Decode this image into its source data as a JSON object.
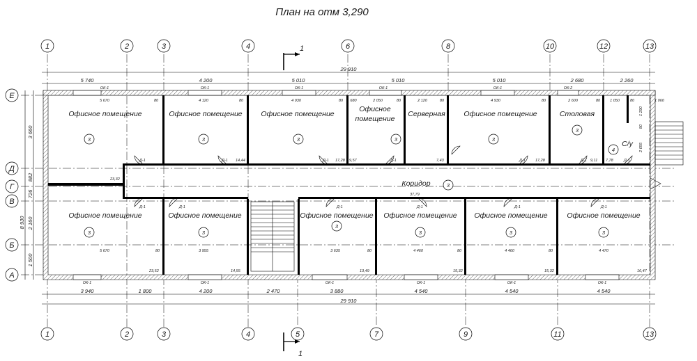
{
  "title": "План на отм 3,290",
  "section_mark": "1",
  "axes_top": [
    "1",
    "2",
    "3",
    "4",
    "6",
    "8",
    "10",
    "12",
    "13"
  ],
  "axes_bottom": [
    "1",
    "2",
    "3",
    "4",
    "5",
    "7",
    "9",
    "11",
    "13"
  ],
  "axes_left": [
    "Е",
    "Д",
    "Г",
    "В",
    "Б",
    "А"
  ],
  "dims_top_overall": "29 910",
  "dims_top": [
    "5 740",
    "4 200",
    "5 010",
    "5 010",
    "5 010",
    "2 680",
    "2 260"
  ],
  "dims_bottom": [
    "3 940",
    "1 800",
    "4 200",
    "2 470",
    "3 880",
    "4 540",
    "4 540",
    "4 540"
  ],
  "dims_bottom_overall": "29 910",
  "dims_left": [
    "3 660",
    "882",
    "726",
    "2 160",
    "1 500"
  ],
  "dims_left_overall": "8 930",
  "window_marks_top": [
    "ОК-1",
    "ОК-1",
    "ОК-1",
    "ОК-1",
    "ОК-1",
    "ОК-2"
  ],
  "window_marks_bottom": [
    "ОК-1",
    "ОК-1",
    "ОК-1",
    "ОК-1",
    "ОК-1",
    "ОК-1"
  ],
  "top_room_widths": [
    "5 670",
    "80",
    "4 120",
    "80",
    "4 930",
    "80",
    "680",
    "2 050",
    "80",
    "2 120",
    "80",
    "4 930",
    "80",
    "2 600",
    "80",
    "1 050",
    "80",
    "1 060"
  ],
  "bottom_room_widths": [
    "5 670",
    "80",
    "3 955",
    "3 635",
    "80",
    "4 460",
    "80",
    "4 460",
    "80",
    "4 470"
  ],
  "areas": [
    "23,32",
    "14,44",
    "17,28",
    "9,57",
    "7,43",
    "17,28",
    "9,11",
    "7,78",
    "37,79",
    "23,52",
    "14,55",
    "13,49",
    "15,32",
    "15,32",
    "16,47"
  ],
  "rooms": {
    "office": "Офисное помещение",
    "office_split_1": "Офисное",
    "office_split_2": "помещение",
    "server": "Серверная",
    "dining": "Столовая",
    "wc": "С/у",
    "corridor": "Коридор"
  },
  "room_numbers": {
    "office": "3",
    "wc": "4"
  },
  "door_mark": "Д-1",
  "side_dims": [
    "2 055",
    "1 290",
    "80"
  ]
}
